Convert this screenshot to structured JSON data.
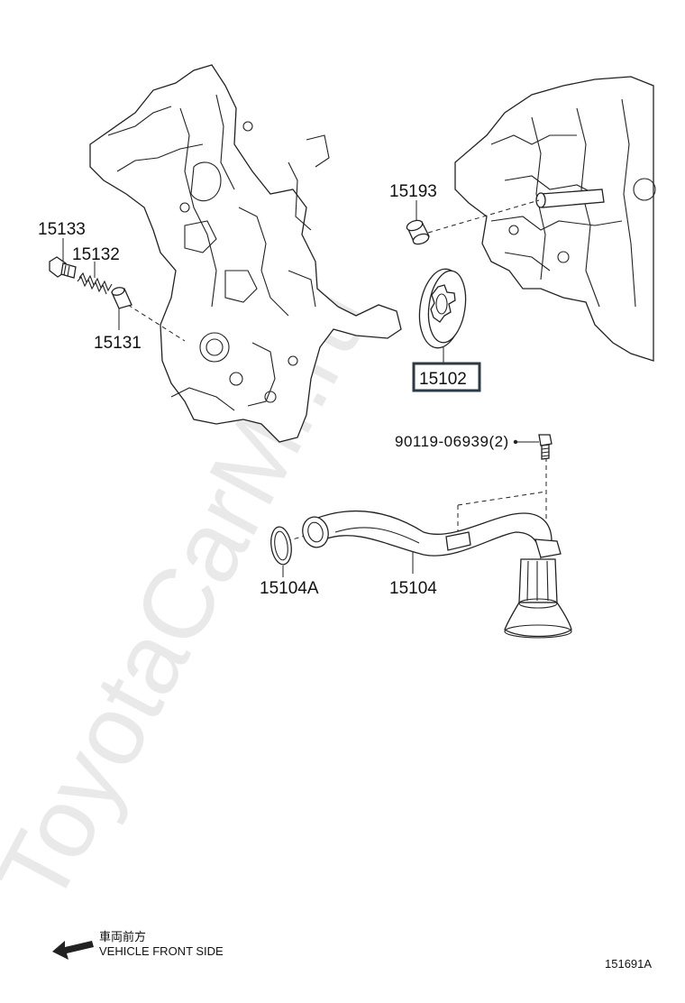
{
  "watermark": "ToyotaCarMr.ru",
  "callouts": {
    "p15133": "15133",
    "p15132": "15132",
    "p15131": "15131",
    "p15193": "15193",
    "p15102": "15102",
    "p90119": "90119-06939(2)",
    "p15104A": "15104A",
    "p15104": "15104"
  },
  "direction": {
    "label_jp": "車両前方",
    "label_en": "VEHICLE FRONT SIDE"
  },
  "figure_code": "151691A",
  "colors": {
    "highlight_box": "#2b3a44",
    "line": "#222222",
    "watermark": "#e9e9e9"
  },
  "icons": {
    "direction_arrow": "left-arrow-icon"
  }
}
